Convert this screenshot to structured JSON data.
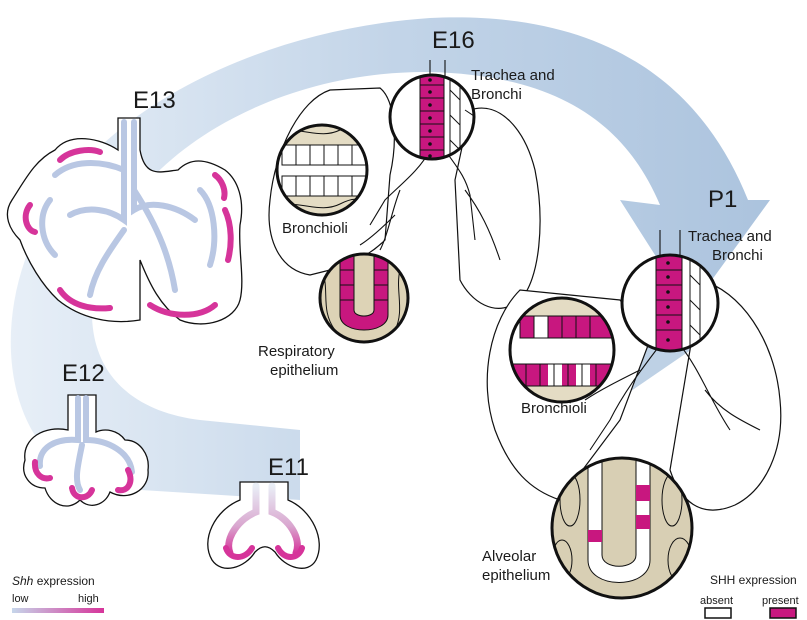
{
  "stages": {
    "e11": "E11",
    "e12": "E12",
    "e13": "E13",
    "e16": "E16",
    "p1": "P1"
  },
  "labels": {
    "e16_trachea": [
      "Trachea and",
      "Bronchi"
    ],
    "e16_bronchioli": "Bronchioli",
    "e16_respiratory": [
      "Respiratory",
      "epithelium"
    ],
    "p1_trachea": [
      "Trachea and",
      "Bronchi"
    ],
    "p1_bronchioli": "Bronchioli",
    "p1_alveolar": [
      "Alveolar",
      "epithelium"
    ]
  },
  "legend_gradient": {
    "title_italic": "Shh",
    "title_rest": " expression",
    "low": "low",
    "high": "high"
  },
  "legend_swatch": {
    "title": "SHH expression",
    "absent": "absent",
    "present": "present"
  },
  "colors": {
    "arrow": "#c2d4e8",
    "low": "#c6d6ea",
    "high": "#d6349a",
    "present": "#c8177f",
    "tissue": "#d8cfb4",
    "outline": "#111111"
  }
}
